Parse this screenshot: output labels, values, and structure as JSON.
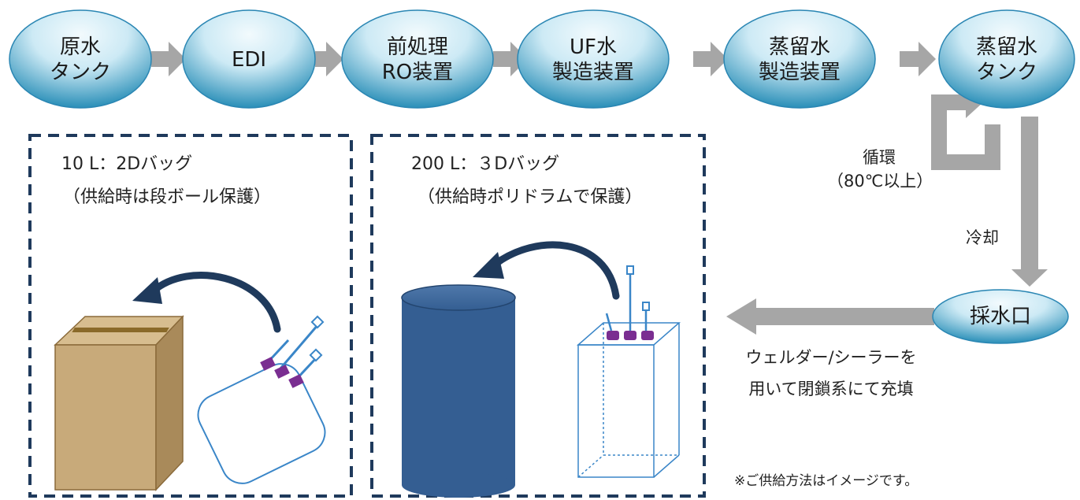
{
  "flow_nodes": [
    {
      "line1": "原水",
      "line2": "タンク"
    },
    {
      "line1": "EDI",
      "line2": ""
    },
    {
      "line1": "前処理",
      "line2": "RO装置"
    },
    {
      "line1": "UF水",
      "line2": "製造装置"
    },
    {
      "line1": "蒸留水",
      "line2": "製造装置"
    },
    {
      "line1": "蒸留水",
      "line2": "タンク"
    }
  ],
  "outlet": {
    "label": "採水口"
  },
  "circulation": {
    "line1": "循環",
    "line2": "（80℃以上）"
  },
  "cooling": {
    "label": "冷却"
  },
  "filling": {
    "line1": "ウェルダー/シーラーを",
    "line2": "用いて閉鎖系にて充填"
  },
  "box_10l": {
    "title": "10 L：2Dバッグ",
    "subtitle": "（供給時は段ボール保護）"
  },
  "box_200l": {
    "title": "200 L：３Dバッグ",
    "subtitle": "（供給時ポリドラムで保護）"
  },
  "note": "※ご供給方法はイメージです。",
  "colors": {
    "node_dark": "#2a8fb8",
    "node_light": "#e9f6fb",
    "arrow": "#a6a6a6",
    "dashed_border": "#1f3a5c",
    "drum": "#345e92",
    "cardboard": "#c8aa7a",
    "bag_outline": "#3a86c8",
    "cap": "#7a2e91"
  }
}
